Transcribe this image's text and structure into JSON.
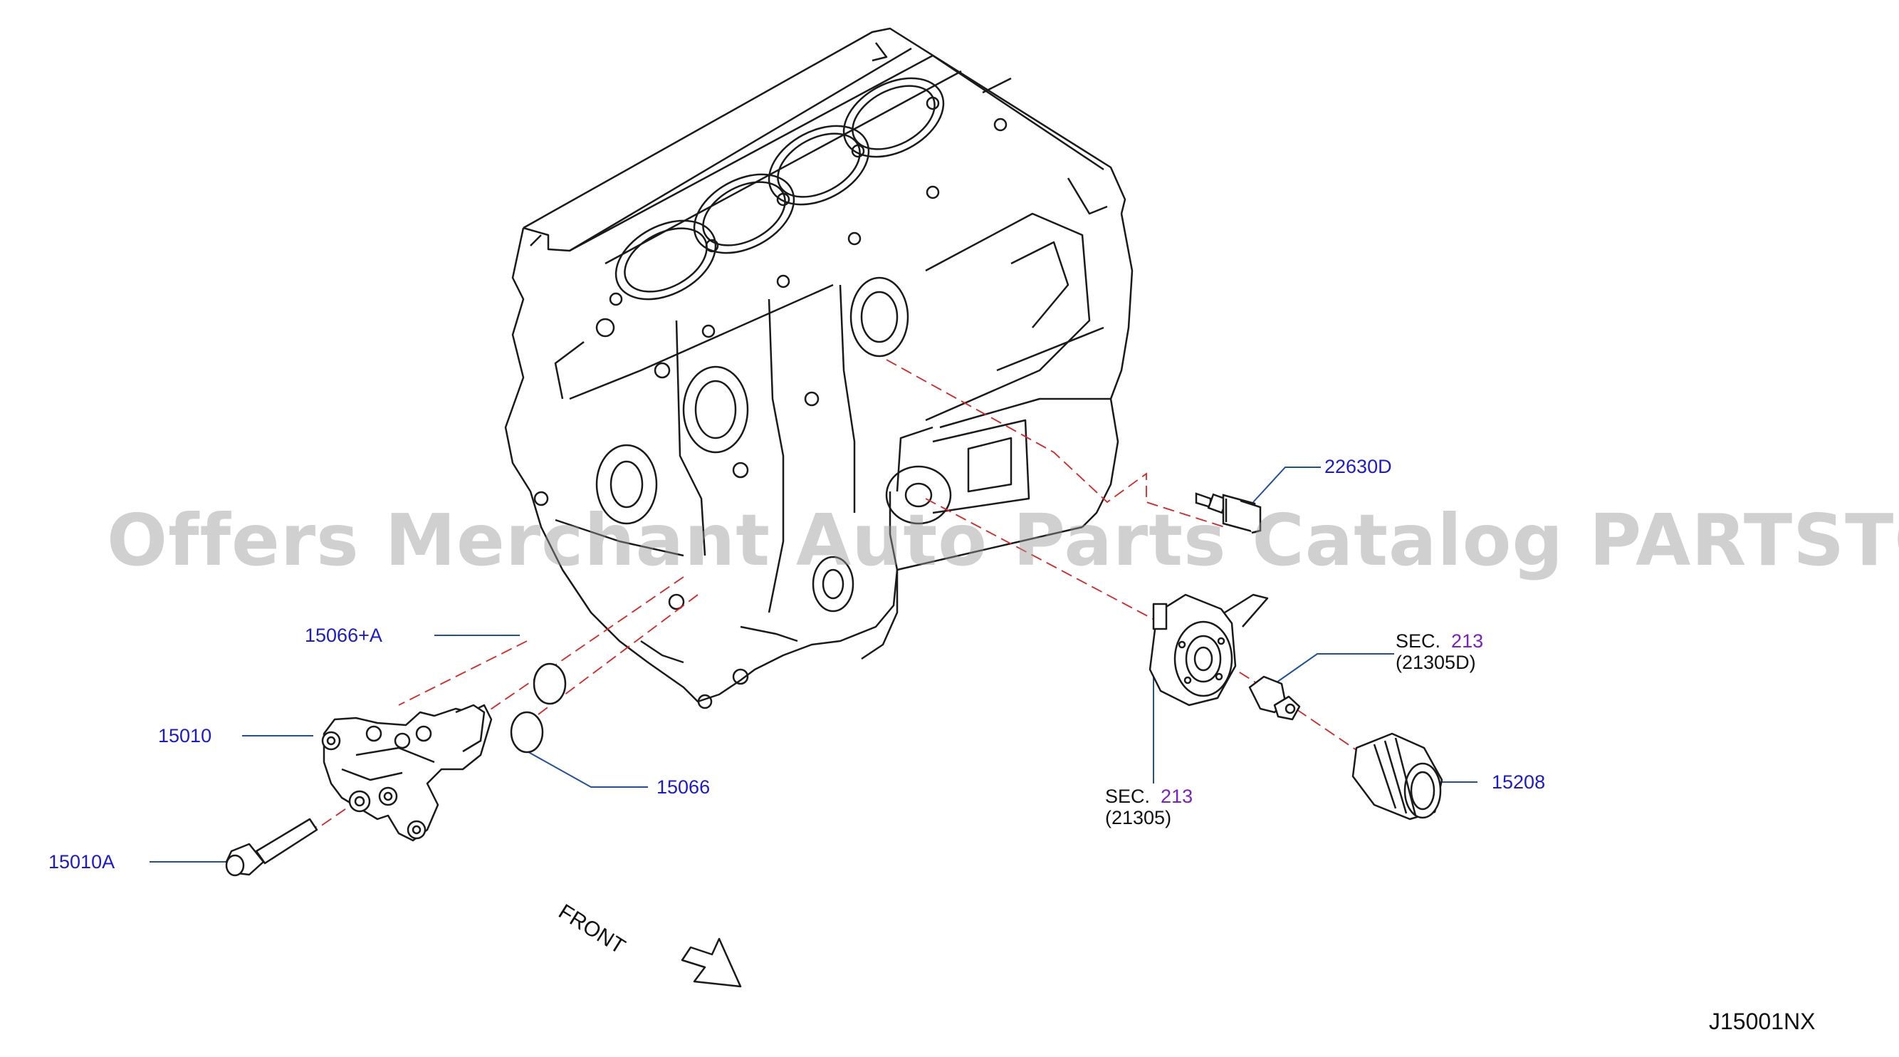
{
  "watermark": "Offers Merchant Auto Parts Catalog PARTSTORE.SA",
  "diagram_code": "J15001NX",
  "front_label": "FRONT",
  "colors": {
    "part_number": "#1a1ad6",
    "section_link": "#7a1fc9",
    "centerline": "#e02020",
    "drawing": "#1a1a1a"
  },
  "parts": {
    "p22630D": "22630D",
    "p15066A": "15066+A",
    "p15010": "15010",
    "p15066": "15066",
    "p15010A": "15010A",
    "p15208": "15208"
  },
  "sections": {
    "s1": {
      "prefix": "SEC.",
      "number": "213",
      "ref": "(21305D)"
    },
    "s2": {
      "prefix": "SEC.",
      "number": "213",
      "ref": "(21305)"
    }
  }
}
